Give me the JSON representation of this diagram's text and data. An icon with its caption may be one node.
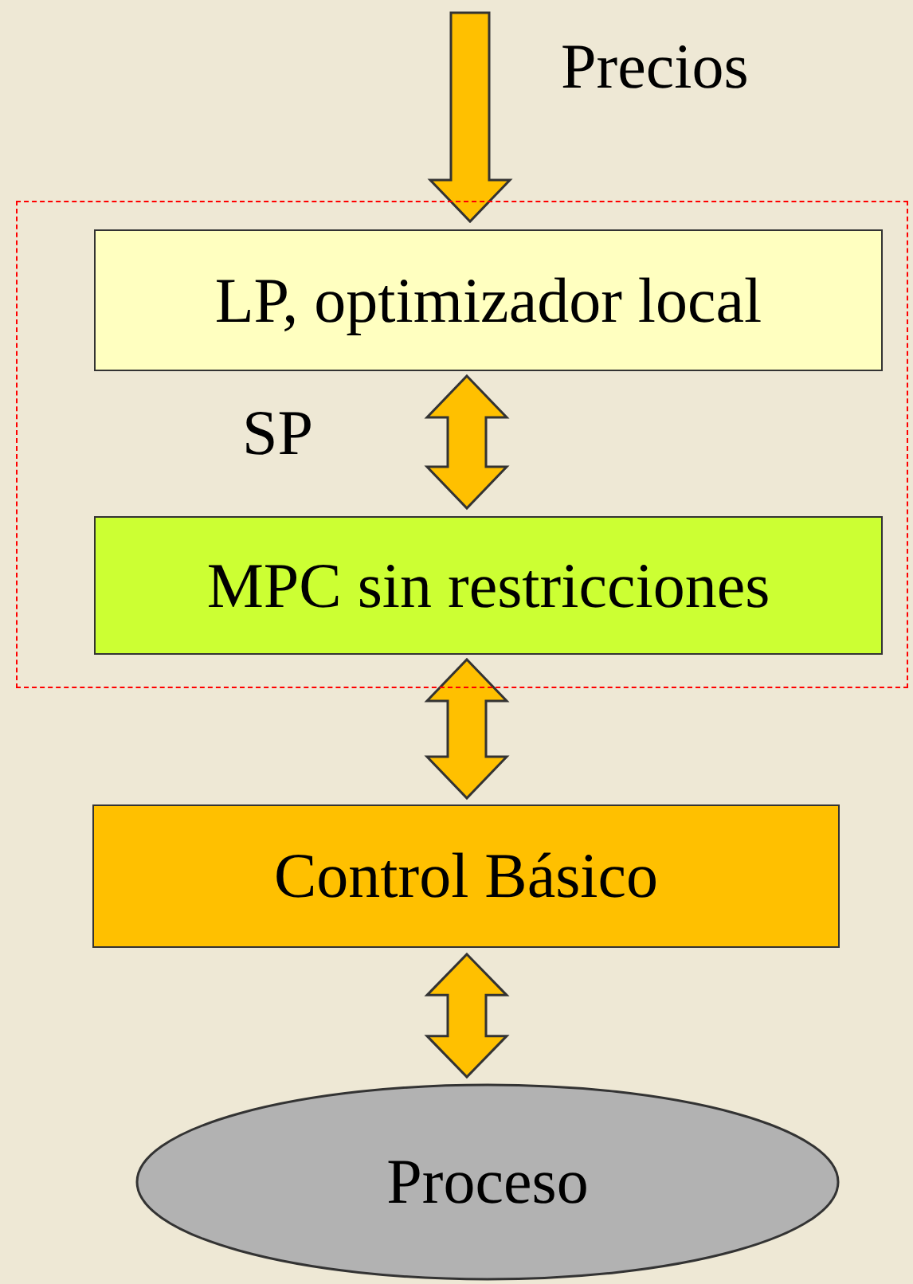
{
  "diagram": {
    "nodes": [
      {
        "text": [],
        "shape": "box"
      },
      {
        "text": [
          "LP, optimizador local"
        ],
        "in": 0
      },
      {
        "text": [
          "MPC sin restricciones"
        ],
        "in": 0
      },
      {
        "text": [
          "Control Básico"
        ]
      },
      {
        "text": [
          "Proceso"
        ]
      }
    ],
    "edges": [
      {
        "from": null,
        "to": 1,
        "arrow": "to",
        "label": "Precios"
      },
      {
        "from": 1,
        "to": 2,
        "arrow": "both",
        "label": "SP"
      },
      {
        "from": 2,
        "to": 3,
        "arrow": "both"
      },
      {
        "from": 3,
        "to": 4,
        "arrow": "both"
      }
    ]
  }
}
